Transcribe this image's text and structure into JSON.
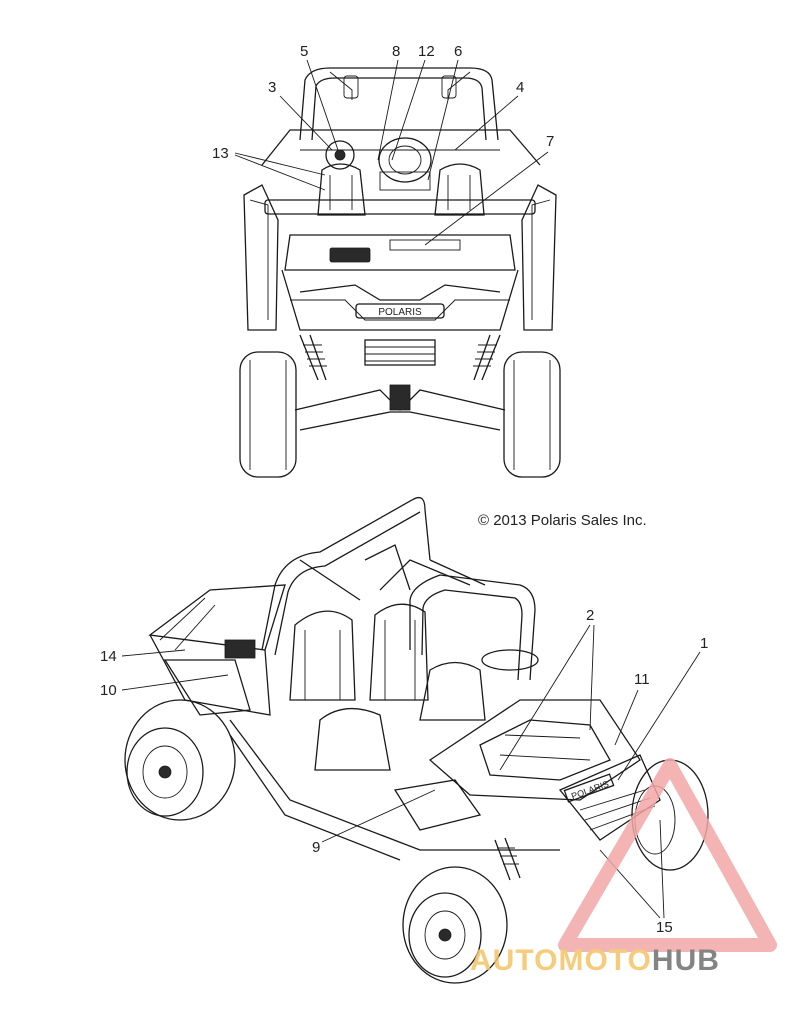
{
  "copyright": "© 2013 Polaris Sales Inc.",
  "grille_badge": "POLARIS",
  "hood_badge": "POLARIS",
  "callouts": {
    "c1": "1",
    "c2": "2",
    "c3": "3",
    "c4": "4",
    "c5": "5",
    "c6": "6",
    "c7": "7",
    "c8": "8",
    "c9": "9",
    "c10": "10",
    "c11": "11",
    "c12": "12",
    "c13": "13",
    "c14": "14",
    "c15": "15"
  },
  "watermark": {
    "part1": "AUTOMOTO",
    "part2": "HUB",
    "color_primary": "#f2a7a7",
    "color_accent": "#f5c265",
    "color_dark": "#6f6f6f"
  }
}
